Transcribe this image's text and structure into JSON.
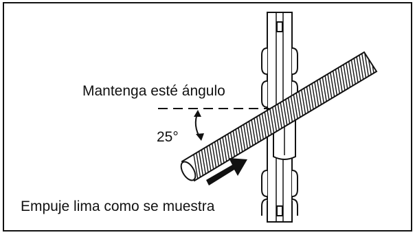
{
  "labels": {
    "hold_angle": "Mantenga esté ángulo",
    "angle_value": "25°",
    "push_file": "Empuje lima como se muestra"
  },
  "icons": {
    "push_arrow": "arrow-up-right",
    "angle_arc": "double-headed-arc-arrow"
  },
  "colors": {
    "line": "#111111",
    "background": "#ffffff"
  }
}
